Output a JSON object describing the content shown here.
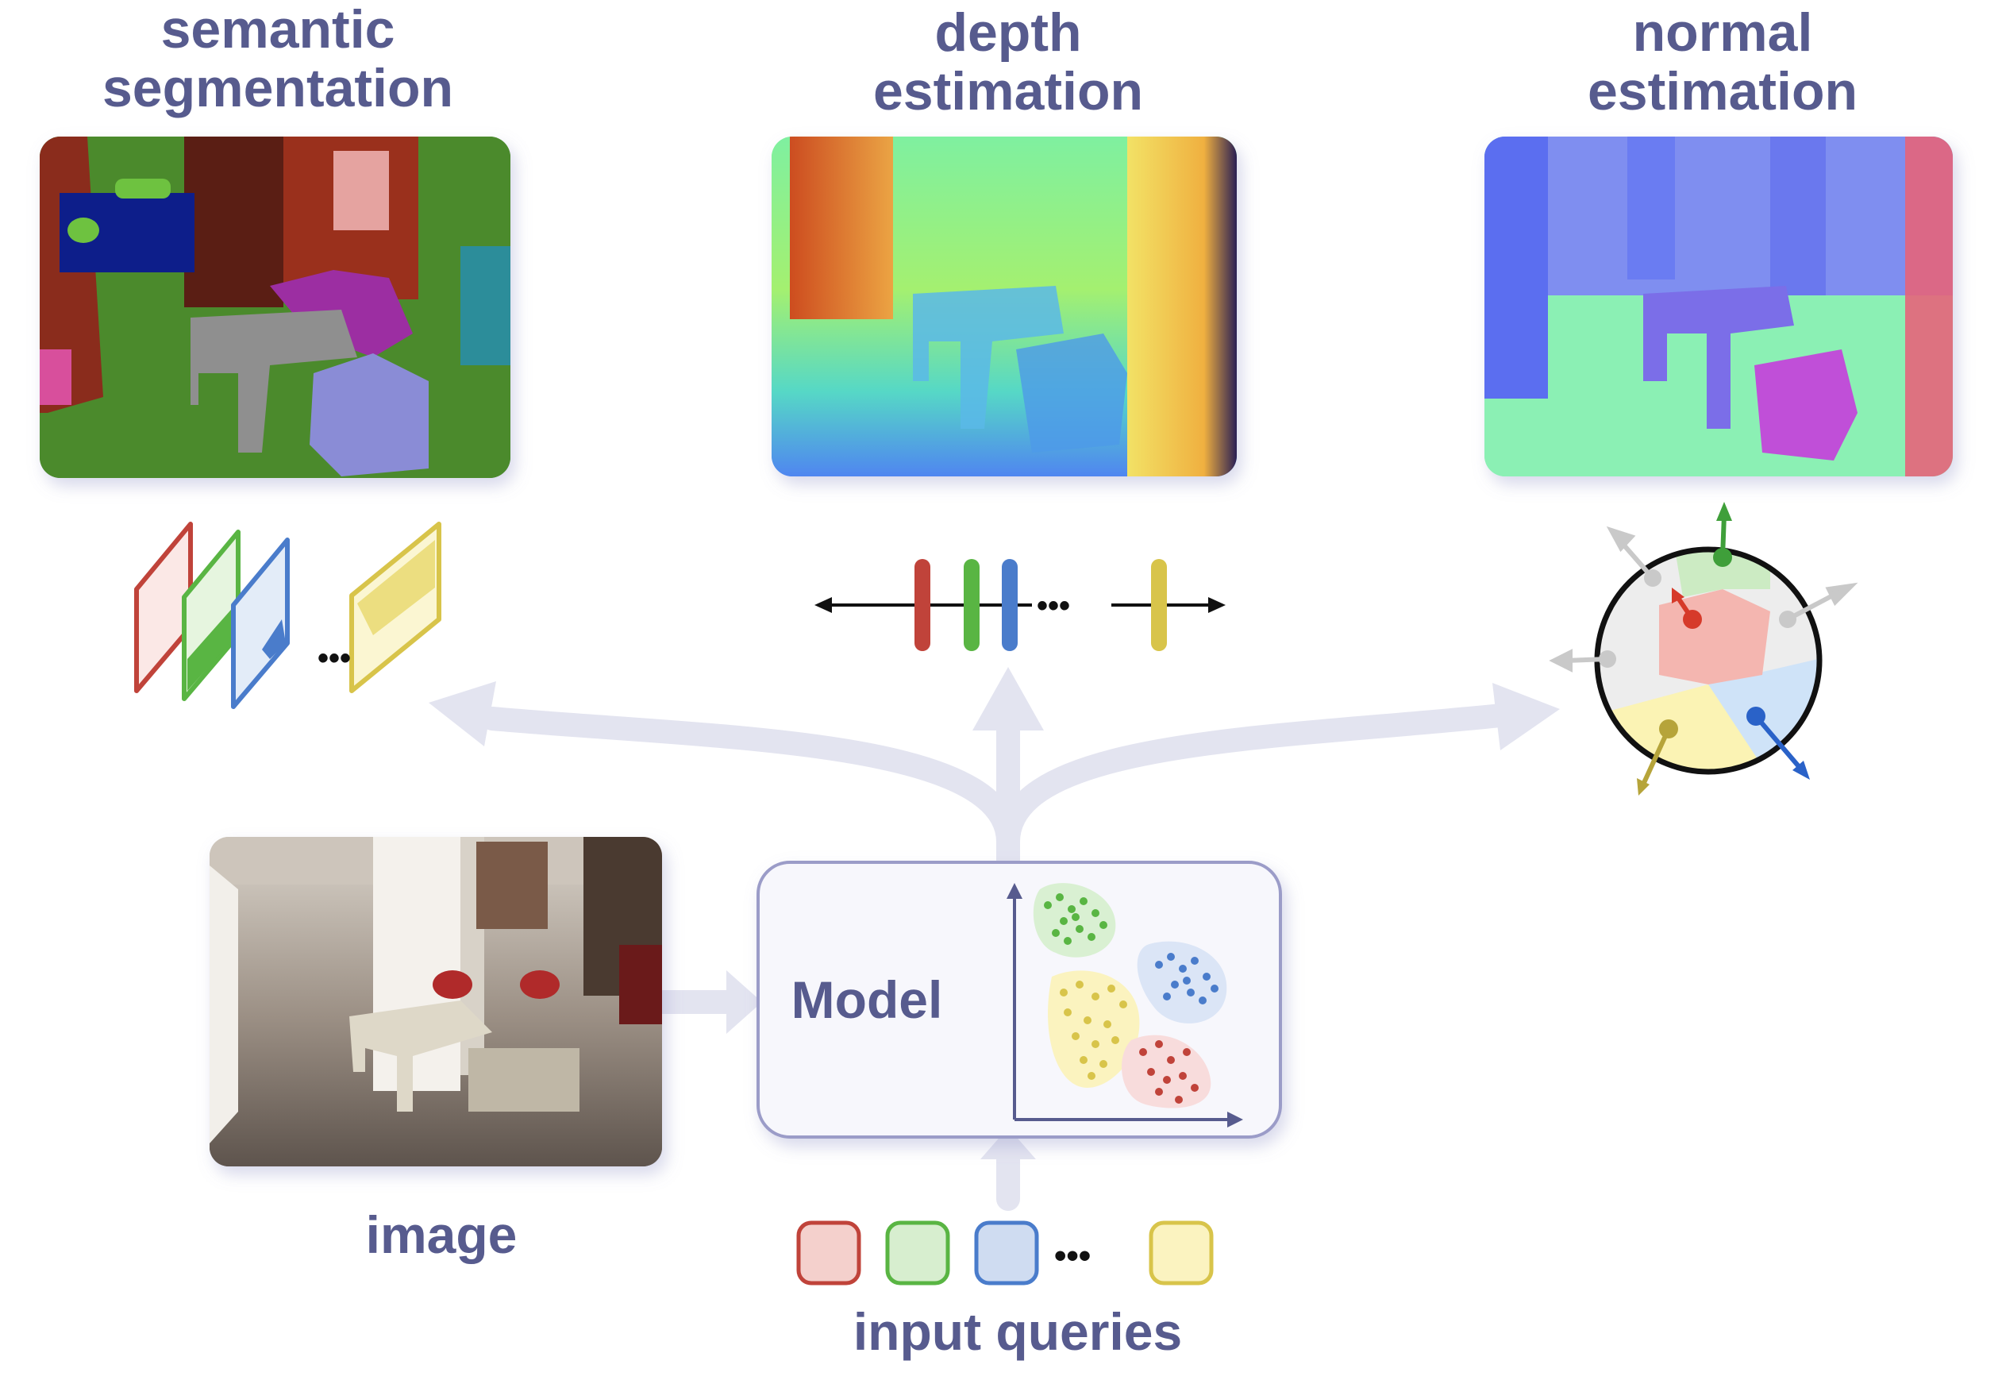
{
  "tasks": {
    "semantic": {
      "title": "semantic\nsegmentation"
    },
    "depth": {
      "title": "depth\nestimation"
    },
    "normal": {
      "title": "normal\nestimation"
    }
  },
  "input_image": {
    "label": "image"
  },
  "model": {
    "label": "Model"
  },
  "queries": {
    "label": "input queries",
    "ellipsis": "•••"
  },
  "colors": {
    "red": "#c0433a",
    "green": "#59b543",
    "blue": "#4a7ccb",
    "yellow": "#d8c44a",
    "label_text": "#575b8e",
    "arrow": "#e3e4f0",
    "model_border": "#9b9cc8"
  }
}
